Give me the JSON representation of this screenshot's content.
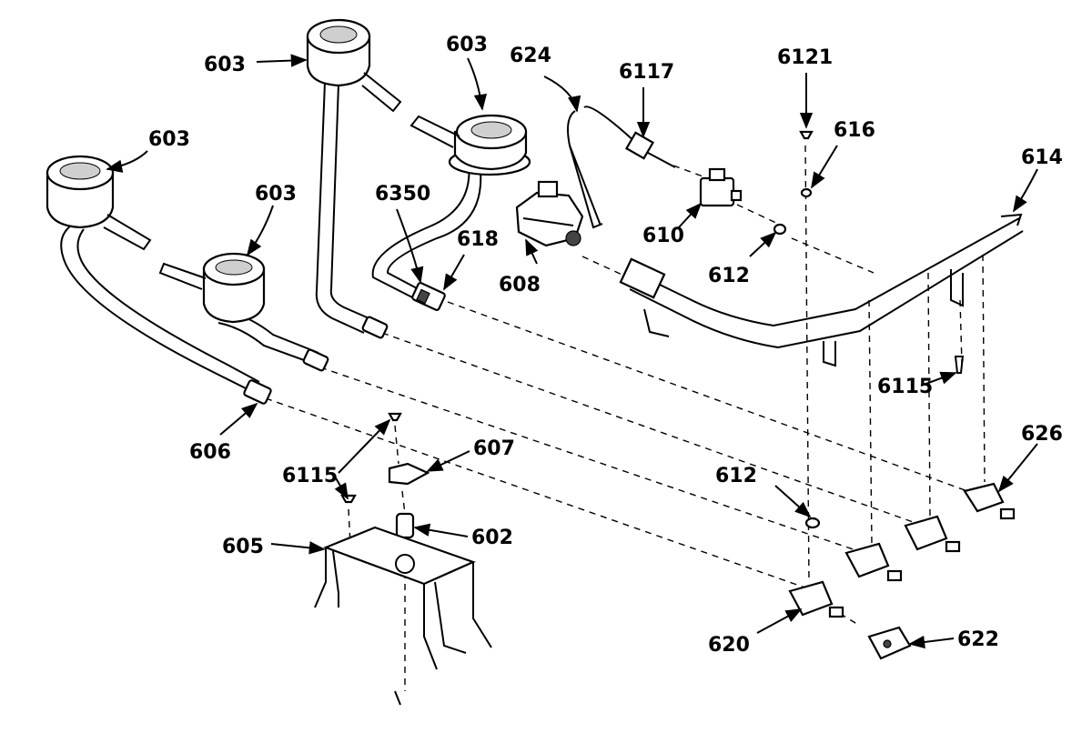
{
  "labels": {
    "burner_rear_left": "603",
    "burner_rear_center": "603",
    "burner_front_left": "603",
    "burner_front_center": "603",
    "orifice_hood_606": "606",
    "support_605": "605",
    "screw_6115_left": "6115",
    "bracket_607": "607",
    "knob_602": "602",
    "regulator_608": "608",
    "tube_624": "624",
    "fitting_6117": "6117",
    "screw_6121": "6121",
    "washer_616": "616",
    "fitting_610": "610",
    "washer_612_top": "612",
    "manifold_614": "614",
    "hood_6350": "6350",
    "orifice_618": "618",
    "screw_6115_right": "6115",
    "valve_626": "626",
    "washer_612_bottom": "612",
    "valve_620": "620",
    "ignitor_622": "622"
  }
}
